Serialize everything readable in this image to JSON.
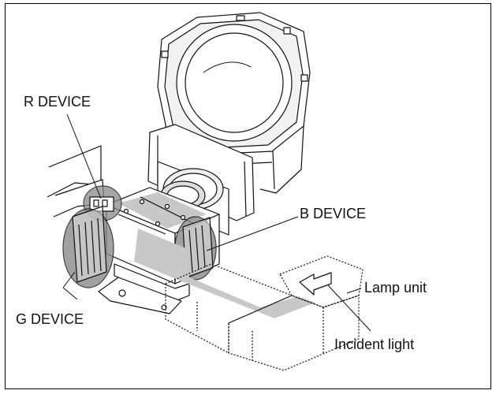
{
  "labels": {
    "r_device": "R DEVICE",
    "b_device": "B DEVICE",
    "g_device": "G DEVICE",
    "lamp_unit": "Lamp unit",
    "incident_light": "Incident light"
  },
  "colors": {
    "line": "#111111",
    "shade": "#bdbdbd",
    "device_shade": "#8a8a8a",
    "light_path": "#c8c8c8"
  }
}
